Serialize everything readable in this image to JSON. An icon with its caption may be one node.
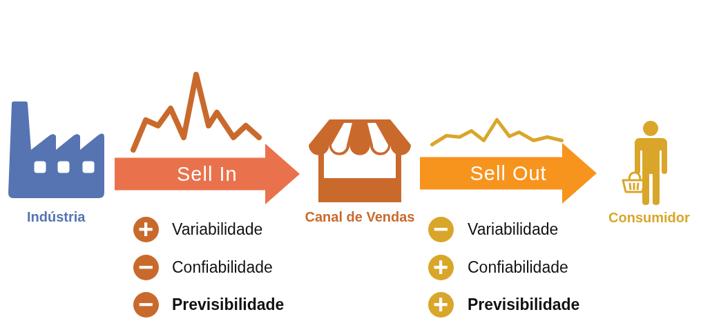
{
  "diagram": {
    "nodes": [
      {
        "text": [
          "Indústria"
        ]
      },
      {
        "text": [
          "Canal de Vendas"
        ]
      },
      {
        "text": [
          "Consumidor"
        ]
      },
      {
        "text": [
          "+"
        ],
        "beside": [
          "Variabilidade"
        ]
      },
      {
        "text": [
          "−"
        ],
        "beside": [
          "Confiabilidade"
        ]
      },
      {
        "text": [
          "−"
        ],
        "beside": [
          "Previsibilidade"
        ]
      },
      {
        "text": [
          "−"
        ],
        "beside": [
          "Variabilidade"
        ]
      },
      {
        "text": [
          "+"
        ],
        "beside": [
          "Confiabilidade"
        ]
      },
      {
        "text": [
          "+"
        ],
        "beside": [
          "Previsibilidade"
        ]
      }
    ],
    "edges": [
      {
        "from": 0,
        "to": 1,
        "arrow": "to",
        "label": "Sell In",
        "color": "#e9724c"
      },
      {
        "from": 1,
        "to": 2,
        "arrow": "to",
        "label": "Sell Out",
        "color": "#f7941e"
      }
    ]
  }
}
